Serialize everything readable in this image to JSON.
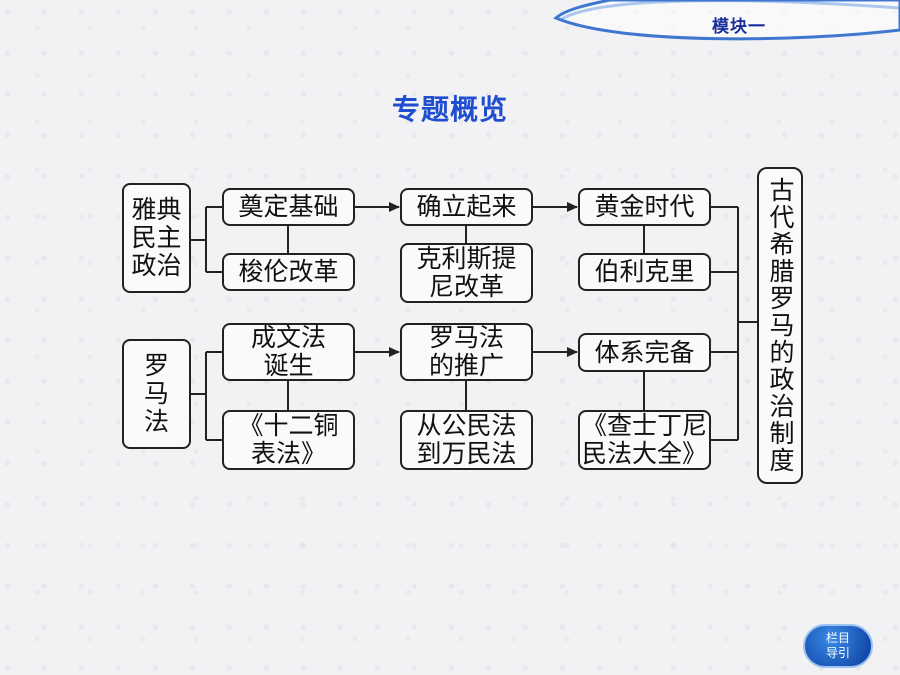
{
  "header": {
    "module": "模块一"
  },
  "title": "专题概览",
  "diagram": {
    "athens_label": [
      "雅典",
      "民主",
      "政治"
    ],
    "rome_label": [
      "罗",
      "马",
      "法"
    ],
    "conclusion": "古代希腊罗马的政治制度",
    "athens_top": [
      "奠定基础",
      "确立起来",
      "黄金时代"
    ],
    "athens_bottom": [
      [
        "梭伦改革"
      ],
      [
        "克利斯提",
        "尼改革"
      ],
      [
        "伯利克里"
      ]
    ],
    "rome_top": [
      [
        "成文法",
        "诞生"
      ],
      [
        "罗马法",
        "的推广"
      ],
      [
        "体系完备"
      ]
    ],
    "rome_bottom": [
      [
        "《十二铜",
        "表法》"
      ],
      [
        "从公民法",
        "到万民法"
      ],
      [
        "《查士丁尼",
        "民法大全》"
      ]
    ]
  },
  "nav": {
    "line1": "栏目",
    "line2": "导引"
  }
}
